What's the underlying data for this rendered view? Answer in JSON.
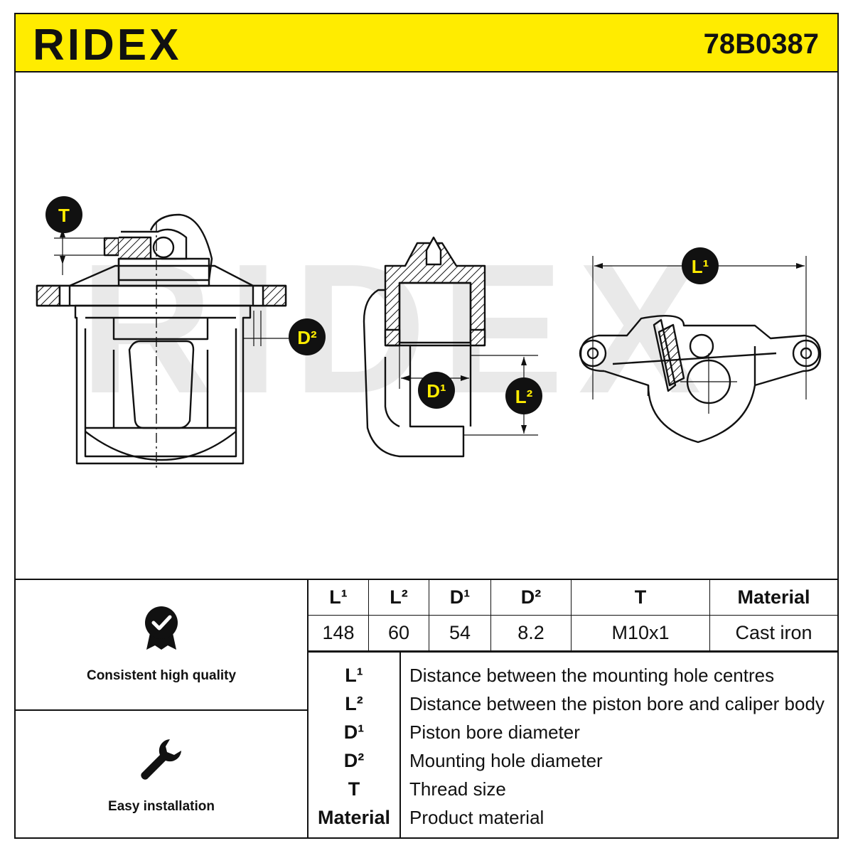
{
  "header": {
    "brand": "RIDEX",
    "part_number": "78B0387"
  },
  "colors": {
    "accent": "#ffec00",
    "ink": "#111111",
    "watermark": "#e6e6e6"
  },
  "drawing": {
    "watermark": "RIDEX",
    "labels": {
      "t": "T",
      "d2": "D²",
      "d1": "D¹",
      "l2": "L²",
      "l1": "L¹"
    }
  },
  "features": [
    {
      "icon": "quality-badge-icon",
      "label": "Consistent high quality"
    },
    {
      "icon": "wrench-icon",
      "label": "Easy installation"
    }
  ],
  "table": {
    "headers": [
      "L¹",
      "L²",
      "D¹",
      "D²",
      "T",
      "Material"
    ],
    "values": [
      "148",
      "60",
      "54",
      "8.2",
      "M10x1",
      "Cast iron"
    ]
  },
  "legend": [
    {
      "symbol": "L¹",
      "text": "Distance between the mounting hole centres"
    },
    {
      "symbol": "L²",
      "text": "Distance between the piston bore and caliper body"
    },
    {
      "symbol": "D¹",
      "text": "Piston bore diameter"
    },
    {
      "symbol": "D²",
      "text": "Mounting hole diameter"
    },
    {
      "symbol": "T",
      "text": "Thread size"
    },
    {
      "symbol": "Material",
      "text": "Product material"
    }
  ]
}
